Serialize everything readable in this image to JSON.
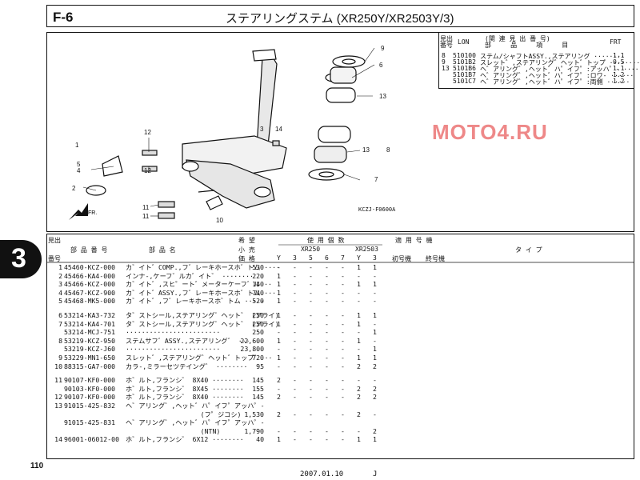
{
  "header": {
    "section_code": "F-6",
    "title": "ステアリングステム (XR250Y/XR2503Y/3)"
  },
  "diagram": {
    "callouts": [
      "1",
      "2",
      "3",
      "4",
      "5",
      "6",
      "7",
      "8",
      "9",
      "10",
      "11",
      "12",
      "13",
      "14"
    ],
    "drawing_code": "KCZJ-F0600A",
    "front_label": "FR."
  },
  "reference_box": {
    "header_col1": "見出",
    "header_col1b": "番号",
    "header_lon": "LON",
    "header_related": "(関 連 見 出 番 号)",
    "header_name": "部     品     項     目",
    "header_frt": "FRT",
    "rows": [
      {
        "idx": "8",
        "code": "510100",
        "name": "ステム/シャフトASSY.,ステアリング ········",
        "frt": "1.1"
      },
      {
        "idx": "9",
        "code": "5101B2",
        "name": "スレット゛,ステアリング゛ヘット゛トップ ········",
        "frt": "0.5"
      },
      {
        "idx": "13",
        "code": "5101B6",
        "name": "ヘ゛アリング゛,ヘット゛ハ゜イフ゜:アッハ゜- ······",
        "frt": "1.1"
      },
      {
        "idx": "",
        "code": "5101B7",
        "name": "ヘ゛アリング゛,ヘット゛ハ゜イフ゜:ロワ- ······",
        "frt": "1.2"
      },
      {
        "idx": "",
        "code": "5101C7",
        "name": "ヘ゛アリング゛,ヘット゛ハ゜イフ゜:両側 ······",
        "frt": "1.2"
      }
    ]
  },
  "watermark": "MOTO4.RU",
  "tab_marker": "3",
  "parts_table": {
    "headers": {
      "idx_top": "見出",
      "idx_bottom": "番号",
      "part_number": "部  品  番  号",
      "part_name": "部      品      名",
      "price_top": "希 望",
      "price_mid": "小 売",
      "price_bottom": "価 格",
      "usage": "使 用 個 数",
      "model_a": "XR250",
      "model_b": "XR2503",
      "cols": [
        "Y",
        "3",
        "5",
        "6",
        "7",
        "Y",
        "3"
      ],
      "applicable": "適  用  号  機",
      "first_serial": "初号機",
      "last_serial": "終号機",
      "type": "タ    イ    プ"
    },
    "rows": [
      {
        "idx": "1",
        "pn": "45460-KCZ-000",
        "name": "カ゛イト゛COMP.,フ゛レーキホースホ゛トム ····",
        "price": "530",
        "q": [
          "-",
          "-",
          "-",
          "-",
          "-",
          "1",
          "1"
        ]
      },
      {
        "idx": "2",
        "pn": "45466-KA4-000",
        "name": "インナ-,ケーフ゛ルカ゛イト゛ ········",
        "price": "220",
        "q": [
          "1",
          "-",
          "-",
          "-",
          "-",
          "-",
          "-"
        ]
      },
      {
        "idx": "3",
        "pn": "45466-KCZ-000",
        "name": "カ゛イト゛,スヒ゜ート゛メーターケーフ゛ル ··",
        "price": "140",
        "q": [
          "1",
          "-",
          "-",
          "-",
          "-",
          "1",
          "1"
        ]
      },
      {
        "idx": "4",
        "pn": "45467-KCZ-900",
        "name": "カ゛イト゛ASSY.,フ゛レーキホースホ゛トム ···",
        "price": "740",
        "q": [
          "1",
          "-",
          "-",
          "-",
          "-",
          "-",
          "-"
        ]
      },
      {
        "idx": "5",
        "pn": "45468-MK5-000",
        "name": "カ゛イト゛,フ゛レーキホースホ゛トム ·····",
        "price": "520",
        "q": [
          "1",
          "-",
          "-",
          "-",
          "-",
          "-",
          "-"
        ]
      },
      {
        "idx": "6",
        "pn": "53214-KA3-732",
        "name": "タ゛ストシール,ステアリング゛ヘット゛ (アライ)",
        "price": "250",
        "q": [
          "1",
          "-",
          "-",
          "-",
          "-",
          "1",
          "1"
        ]
      },
      {
        "idx": "7",
        "pn": "53214-KA4-701",
        "name": "タ゛ストシール,ステアリング゛ヘット゛ (アライ)",
        "price": "250",
        "q": [
          "1",
          "-",
          "-",
          "-",
          "-",
          "1",
          "-"
        ]
      },
      {
        "idx": "",
        "pn": "53214-MCJ-751",
        "name": "························",
        "price": "250",
        "q": [
          "-",
          "-",
          "-",
          "-",
          "-",
          "-",
          "1"
        ]
      },
      {
        "idx": "8",
        "pn": "53219-KCZ-950",
        "name": "ステムサフ゛ASSY.,ステアリング゛ ···",
        "price": "22,600",
        "q": [
          "1",
          "-",
          "-",
          "-",
          "-",
          "1",
          "-"
        ]
      },
      {
        "idx": "",
        "pn": "53219-KCZ-J60",
        "name": "························",
        "price": "23,800",
        "q": [
          "-",
          "-",
          "-",
          "-",
          "-",
          "-",
          "1"
        ]
      },
      {
        "idx": "9",
        "pn": "53229-MN1-650",
        "name": "スレット゛,ステアリング゛ヘット゛トップ゛ ··",
        "price": "720",
        "q": [
          "1",
          "-",
          "-",
          "-",
          "-",
          "1",
          "1"
        ]
      },
      {
        "idx": "10",
        "pn": "88315-GA7-000",
        "name": "カラ-,ミラーセツテイング゛ ········",
        "price": "95",
        "q": [
          "-",
          "-",
          "-",
          "-",
          "-",
          "2",
          "2"
        ]
      },
      {
        "idx": "11",
        "pn": "90107-KF0-000",
        "name": "ホ゛ルト,フランシ゛ 8X40 ········",
        "price": "145",
        "q": [
          "2",
          "-",
          "-",
          "-",
          "-",
          "-",
          "-"
        ]
      },
      {
        "idx": "",
        "pn": "90103-KF0-000",
        "name": "ホ゛ルト,フランシ゛ 8X45 ········",
        "price": "155",
        "q": [
          "-",
          "-",
          "-",
          "-",
          "-",
          "2",
          "2"
        ]
      },
      {
        "idx": "12",
        "pn": "90107-KF0-000",
        "name": "ホ゛ルト,フランシ゛ 8X40 ········",
        "price": "145",
        "q": [
          "2",
          "-",
          "-",
          "-",
          "-",
          "2",
          "2"
        ]
      },
      {
        "idx": "13",
        "pn": "91015-425-832",
        "name": "ヘ゛アリング゛,ヘット゛ハ゜イフ゜アッハ゜-",
        "price": "",
        "q": [
          "",
          "",
          "",
          "",
          "",
          "",
          ""
        ]
      },
      {
        "idx": "",
        "pn": "",
        "name": "                   (フ゜ジコシ)",
        "price": "1,530",
        "q": [
          "2",
          "-",
          "-",
          "-",
          "-",
          "2",
          "-"
        ]
      },
      {
        "idx": "",
        "pn": "91015-425-831",
        "name": "ヘ゛アリング゛,ヘット゛ハ゜イフ゜アッハ゜-",
        "price": "",
        "q": [
          "",
          "",
          "",
          "",
          "",
          "",
          ""
        ]
      },
      {
        "idx": "",
        "pn": "",
        "name": "                   (NTN)",
        "price": "1,790",
        "q": [
          "-",
          "-",
          "-",
          "-",
          "-",
          "-",
          "2"
        ]
      },
      {
        "idx": "14",
        "pn": "96001-06012-00",
        "name": "ホ゛ルト,フランシ゛ 6X12 ········",
        "price": "40",
        "q": [
          "1",
          "-",
          "-",
          "-",
          "-",
          "1",
          "1"
        ]
      }
    ]
  },
  "footer": {
    "page_number": "110",
    "date": "2007.01.10",
    "code": "J"
  }
}
